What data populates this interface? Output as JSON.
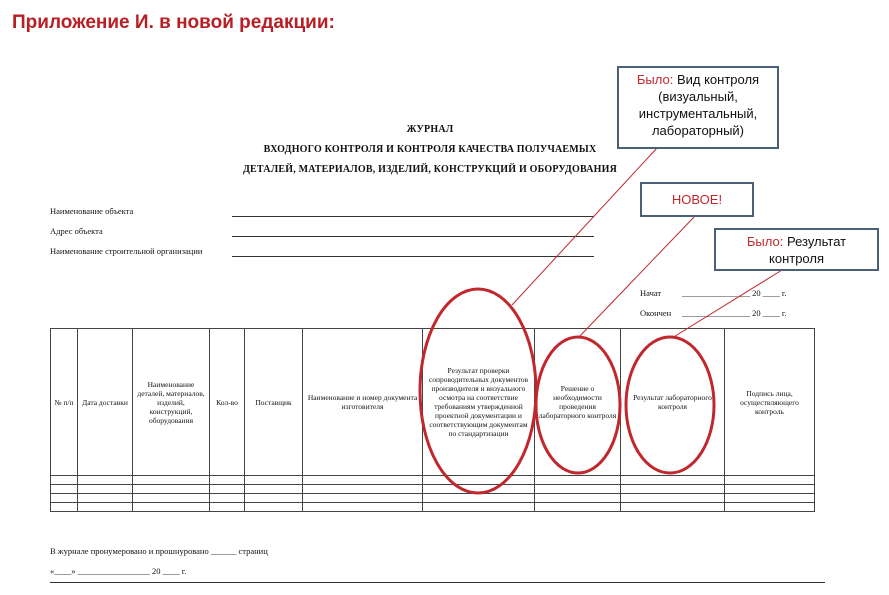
{
  "slide_title": "Приложение И. в новой редакции:",
  "document": {
    "title_lines": [
      "ЖУРНАЛ",
      "ВХОДНОГО КОНТРОЛЯ И КОНТРОЛЯ КАЧЕСТВА ПОЛУЧАЕМЫХ",
      "ДЕТАЛЕЙ, МАТЕРИАЛОВ, ИЗДЕЛИЙ, КОНСТРУКЦИЙ И ОБОРУДОВАНИЯ"
    ],
    "fields": [
      "Наименование объекта",
      "Адрес объекта",
      "Наименование строительной организации"
    ],
    "started_label": "Начат",
    "finished_label": "Окончен",
    "date_rest": "________________ 20 ____ г.",
    "columns": [
      "№ п/п",
      "Дата доставки",
      "Наименование деталей, материалов, изделий, конструкций, оборудования",
      "Кол-во",
      "Поставщик",
      "Наименование и номер документа изготовителя",
      "Результат проверки сопроводительных документов производителя и визуального осмотра на соответствие требованиям утвержденной проектной документации и соответствующим документам по стандартизации",
      "Решение о необходимости проведения лабораторного контроля",
      "Результат лабораторного контроля",
      "Подпись лица, осуществляющего контроль"
    ],
    "footer_numbered": "В журнале пронумеровано и прошнуровано ______ страниц",
    "footer_date": "«____» _________________ 20 ____ г."
  },
  "callouts": {
    "c1": {
      "was": "Было:",
      "text": "Вид контроля (визуальный, инструментальный, лабораторный)"
    },
    "c2": {
      "text": "НОВОЕ!"
    },
    "c3": {
      "was": "Было:",
      "text": "Результат контроля"
    }
  },
  "colors": {
    "title": "#b81f24",
    "highlight": "#c0282d",
    "callout_border": "#4a5f78"
  }
}
